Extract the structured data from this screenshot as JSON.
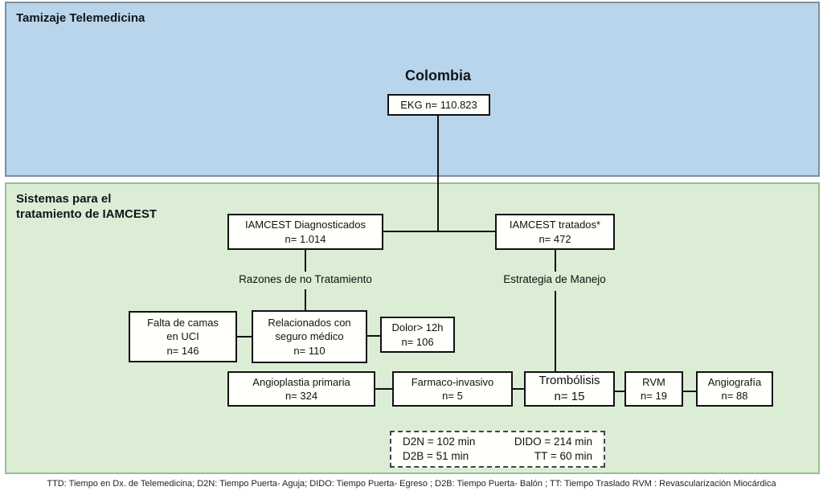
{
  "panels": {
    "tamizaje": {
      "title": "Tamizaje Telemedicina",
      "bg_color": "#b9d5ec",
      "border_color": "#7e8e9e"
    },
    "sistemas": {
      "title_line1": "Sistemas para el",
      "title_line2": "tratamiento de IAMCEST",
      "bg_color": "#dcedd5",
      "border_color": "#98bd94"
    }
  },
  "country_title": "Colombia",
  "nodes": {
    "ekg": {
      "line1": "EKG n= 110.823"
    },
    "diagnosticados": {
      "line1": "IAMCEST Diagnosticados",
      "line2": "n= 1.014"
    },
    "tratados": {
      "line1": "IAMCEST tratados*",
      "line2": "n= 472"
    },
    "falta_camas": {
      "line1": "Falta de camas",
      "line2": "en UCI",
      "line3": "n= 146"
    },
    "seguro": {
      "line1": "Relacionados con",
      "line2": "seguro médico",
      "line3": "n= 110"
    },
    "dolor": {
      "line1": "Dolor> 12h",
      "line2": "n= 106"
    },
    "angioplastia": {
      "line1": "Angioplastia primaria",
      "line2": "n= 324"
    },
    "farmaco": {
      "line1": "Farmaco-invasivo",
      "line2": "n= 5"
    },
    "trombolisis": {
      "line1": "Trombólisis",
      "line2": "n= 15"
    },
    "rvm": {
      "line1": "RVM",
      "line2": "n= 19"
    },
    "angiografia": {
      "line1": "Angiografía",
      "line2": "n= 88"
    }
  },
  "branch_labels": {
    "razones": "Razones de no Tratamiento",
    "estrategia": "Estrategia de Manejo"
  },
  "metrics_box": {
    "row1_left": "D2N = 102  min",
    "row1_right": "DIDO = 214 min",
    "row2_left": "D2B = 51 min",
    "row2_right": "TT = 60 min"
  },
  "footnote": "TTD: Tiempo en Dx. de Telemedicina; D2N: Tiempo Puerta- Aguja; DIDO: Tiempo Puerta- Egreso ; D2B: Tiempo Puerta- Balón ; TT: Tiempo Traslado RVM : Revascularización Miocárdica",
  "node_style": {
    "box_bg": "#fffffb",
    "box_border": "#111111",
    "line_color": "#111111"
  }
}
